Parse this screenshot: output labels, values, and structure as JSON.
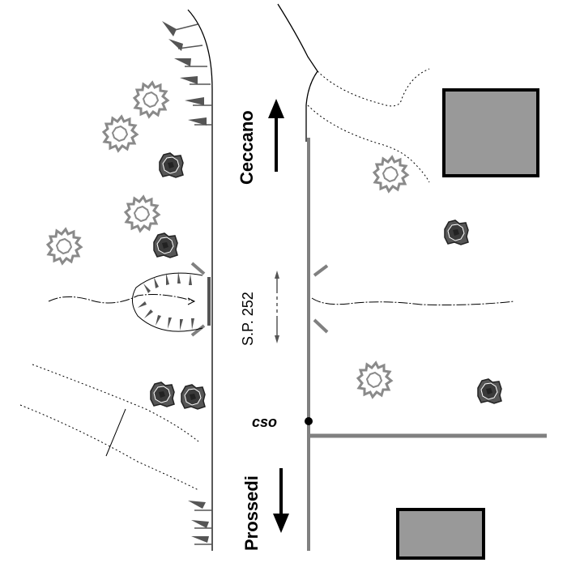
{
  "map": {
    "road_name": "S.P. 252",
    "north_destination": "Ceccano",
    "south_destination": "Prossedi",
    "point_label": "cso",
    "colors": {
      "line": "#000000",
      "gray_feature": "#808080",
      "building_fill": "#999999",
      "tree_light": "#8a8a8a",
      "tree_dark": "#3a3a3a"
    },
    "icons": [
      "arrow-north-icon",
      "arrow-south-icon",
      "tree-icon",
      "shrub-icon",
      "building-icon",
      "slope-symbol-icon"
    ]
  }
}
